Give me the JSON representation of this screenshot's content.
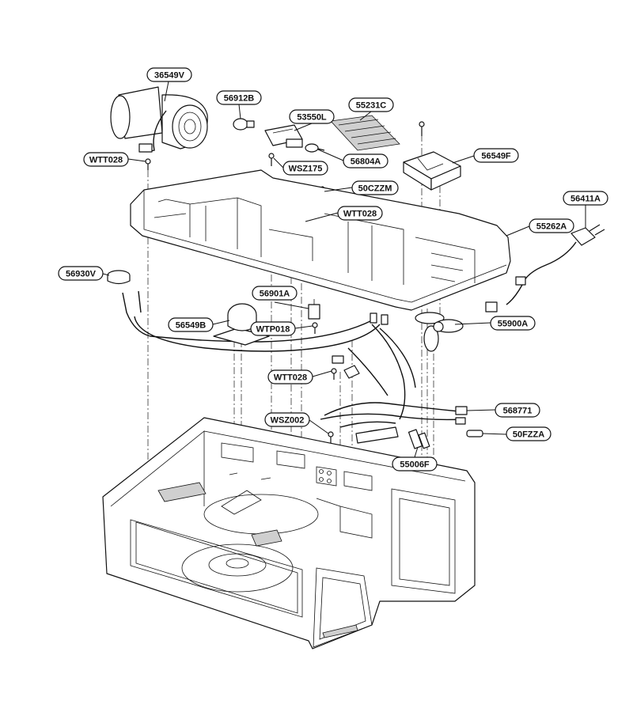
{
  "parts": [
    {
      "id": "p-36549V",
      "code": "36549V"
    },
    {
      "id": "p-56912B",
      "code": "56912B"
    },
    {
      "id": "p-53550L",
      "code": "53550L"
    },
    {
      "id": "p-55231C",
      "code": "55231C"
    },
    {
      "id": "p-WTT028a",
      "code": "WTT028"
    },
    {
      "id": "p-WSZ175",
      "code": "WSZ175"
    },
    {
      "id": "p-56804A",
      "code": "56804A"
    },
    {
      "id": "p-56549F",
      "code": "56549F"
    },
    {
      "id": "p-50CZZM",
      "code": "50CZZM"
    },
    {
      "id": "p-WTT028b",
      "code": "WTT028"
    },
    {
      "id": "p-56411A",
      "code": "56411A"
    },
    {
      "id": "p-55262A",
      "code": "55262A"
    },
    {
      "id": "p-56930V",
      "code": "56930V"
    },
    {
      "id": "p-56901A",
      "code": "56901A"
    },
    {
      "id": "p-56549B",
      "code": "56549B"
    },
    {
      "id": "p-WTP018",
      "code": "WTP018"
    },
    {
      "id": "p-55900A",
      "code": "55900A"
    },
    {
      "id": "p-WTT028c",
      "code": "WTT028"
    },
    {
      "id": "p-568771",
      "code": "568771"
    },
    {
      "id": "p-WSZ002",
      "code": "WSZ002"
    },
    {
      "id": "p-50FZZA",
      "code": "50FZZA"
    },
    {
      "id": "p-55006F",
      "code": "55006F"
    }
  ]
}
